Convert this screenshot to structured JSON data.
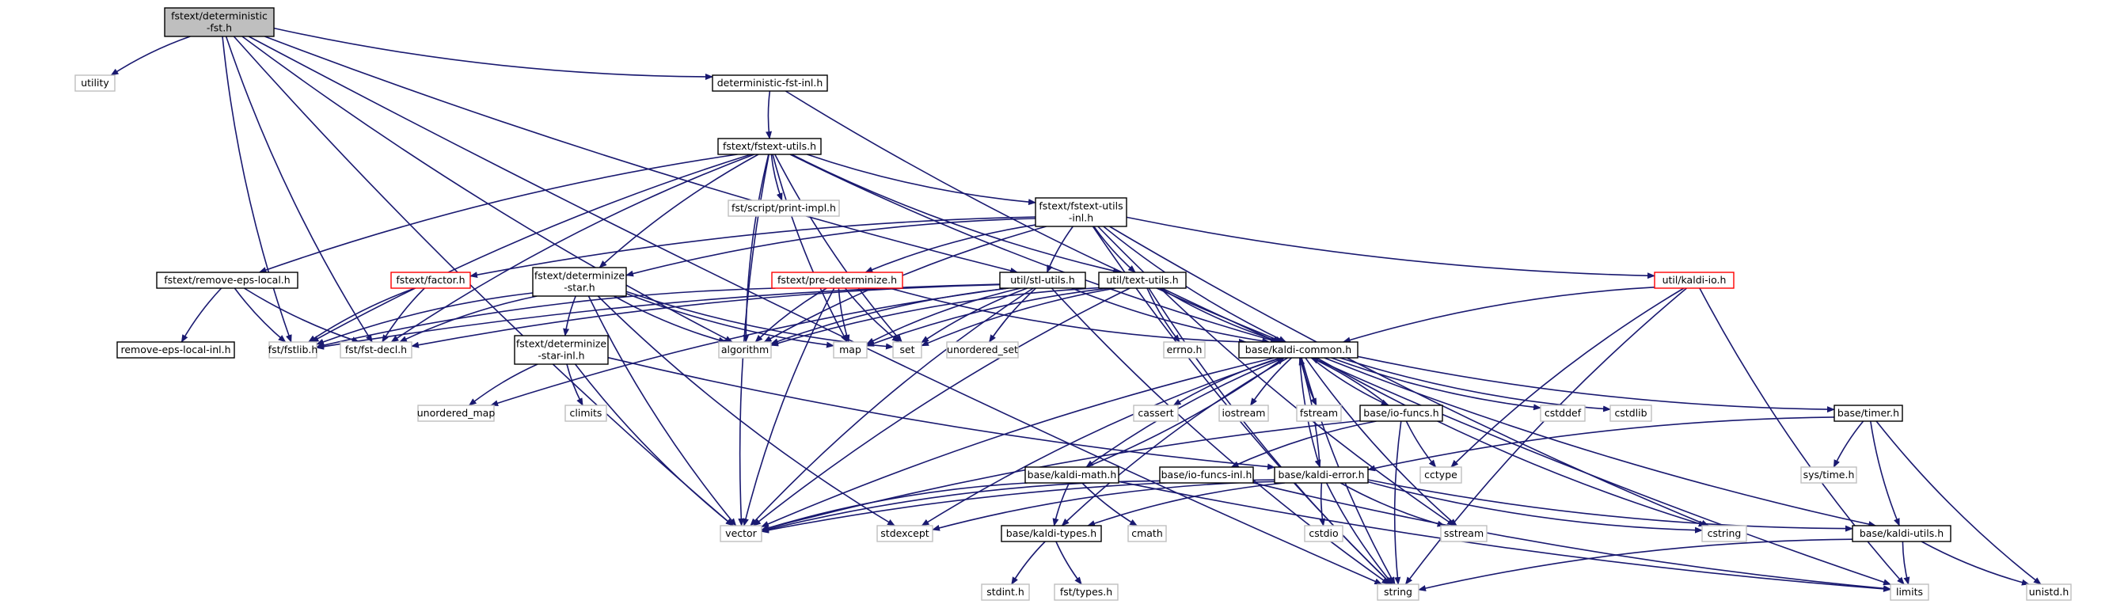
{
  "colors": {
    "edge": "#191970",
    "focus_fill": "#bfbfbf",
    "local_border": "#000000",
    "system_border": "#bfbfbf",
    "incomplete_border": "#ff0000",
    "system_text": "#555555"
  },
  "nodes": [
    {
      "id": "deterministic-fst",
      "lines": [
        "fstext/deterministic",
        "-fst.h"
      ],
      "kind": "focus"
    },
    {
      "id": "utility",
      "lines": [
        "utility"
      ],
      "kind": "system"
    },
    {
      "id": "deterministic-fst-inl",
      "lines": [
        "deterministic-fst-inl.h"
      ],
      "kind": "local"
    },
    {
      "id": "fstext-utils",
      "lines": [
        "fstext/fstext-utils.h"
      ],
      "kind": "local"
    },
    {
      "id": "print-impl",
      "lines": [
        "fst/script/print-impl.h"
      ],
      "kind": "system"
    },
    {
      "id": "fstext-utils-inl",
      "lines": [
        "fstext/fstext-utils",
        "-inl.h"
      ],
      "kind": "local"
    },
    {
      "id": "remove-eps-local",
      "lines": [
        "fstext/remove-eps-local.h"
      ],
      "kind": "local"
    },
    {
      "id": "factor",
      "lines": [
        "fstext/factor.h"
      ],
      "kind": "incomplete"
    },
    {
      "id": "determinize-star",
      "lines": [
        "fstext/determinize",
        "-star.h"
      ],
      "kind": "local"
    },
    {
      "id": "pre-determinize",
      "lines": [
        "fstext/pre-determinize.h"
      ],
      "kind": "incomplete"
    },
    {
      "id": "stl-utils",
      "lines": [
        "util/stl-utils.h"
      ],
      "kind": "local"
    },
    {
      "id": "text-utils",
      "lines": [
        "util/text-utils.h"
      ],
      "kind": "local"
    },
    {
      "id": "kaldi-io",
      "lines": [
        "util/kaldi-io.h"
      ],
      "kind": "incomplete"
    },
    {
      "id": "remove-eps-local-inl",
      "lines": [
        "remove-eps-local-inl.h"
      ],
      "kind": "local"
    },
    {
      "id": "fstlib",
      "lines": [
        "fst/fstlib.h"
      ],
      "kind": "system"
    },
    {
      "id": "fst-decl",
      "lines": [
        "fst/fst-decl.h"
      ],
      "kind": "system"
    },
    {
      "id": "determinize-star-inl",
      "lines": [
        "fstext/determinize",
        "-star-inl.h"
      ],
      "kind": "local"
    },
    {
      "id": "algorithm",
      "lines": [
        "algorithm"
      ],
      "kind": "system"
    },
    {
      "id": "map",
      "lines": [
        "map"
      ],
      "kind": "system"
    },
    {
      "id": "set",
      "lines": [
        "set"
      ],
      "kind": "system"
    },
    {
      "id": "unordered_set",
      "lines": [
        "unordered_set"
      ],
      "kind": "system"
    },
    {
      "id": "errno",
      "lines": [
        "errno.h"
      ],
      "kind": "system"
    },
    {
      "id": "kaldi-common",
      "lines": [
        "base/kaldi-common.h"
      ],
      "kind": "local"
    },
    {
      "id": "unordered_map",
      "lines": [
        "unordered_map"
      ],
      "kind": "system"
    },
    {
      "id": "climits",
      "lines": [
        "climits"
      ],
      "kind": "system"
    },
    {
      "id": "cassert",
      "lines": [
        "cassert"
      ],
      "kind": "system"
    },
    {
      "id": "iostream",
      "lines": [
        "iostream"
      ],
      "kind": "system"
    },
    {
      "id": "fstream",
      "lines": [
        "fstream"
      ],
      "kind": "system"
    },
    {
      "id": "io-funcs",
      "lines": [
        "base/io-funcs.h"
      ],
      "kind": "local"
    },
    {
      "id": "cstddef",
      "lines": [
        "cstddef"
      ],
      "kind": "system"
    },
    {
      "id": "cstdlib",
      "lines": [
        "cstdlib"
      ],
      "kind": "system"
    },
    {
      "id": "timer",
      "lines": [
        "base/timer.h"
      ],
      "kind": "local"
    },
    {
      "id": "kaldi-math",
      "lines": [
        "base/kaldi-math.h"
      ],
      "kind": "local"
    },
    {
      "id": "io-funcs-inl",
      "lines": [
        "base/io-funcs-inl.h"
      ],
      "kind": "local"
    },
    {
      "id": "kaldi-error",
      "lines": [
        "base/kaldi-error.h"
      ],
      "kind": "local"
    },
    {
      "id": "cctype",
      "lines": [
        "cctype"
      ],
      "kind": "system"
    },
    {
      "id": "systime",
      "lines": [
        "sys/time.h"
      ],
      "kind": "system"
    },
    {
      "id": "vector",
      "lines": [
        "vector"
      ],
      "kind": "system"
    },
    {
      "id": "stdexcept",
      "lines": [
        "stdexcept"
      ],
      "kind": "system"
    },
    {
      "id": "kaldi-types",
      "lines": [
        "base/kaldi-types.h"
      ],
      "kind": "local"
    },
    {
      "id": "cmath",
      "lines": [
        "cmath"
      ],
      "kind": "system"
    },
    {
      "id": "cstdio",
      "lines": [
        "cstdio"
      ],
      "kind": "system"
    },
    {
      "id": "sstream",
      "lines": [
        "sstream"
      ],
      "kind": "system"
    },
    {
      "id": "cstring",
      "lines": [
        "cstring"
      ],
      "kind": "system"
    },
    {
      "id": "kaldi-utils",
      "lines": [
        "base/kaldi-utils.h"
      ],
      "kind": "local"
    },
    {
      "id": "stdint",
      "lines": [
        "stdint.h"
      ],
      "kind": "system"
    },
    {
      "id": "fst-types",
      "lines": [
        "fst/types.h"
      ],
      "kind": "system"
    },
    {
      "id": "string",
      "lines": [
        "string"
      ],
      "kind": "system"
    },
    {
      "id": "limits",
      "lines": [
        "limits"
      ],
      "kind": "system"
    },
    {
      "id": "unistd",
      "lines": [
        "unistd.h"
      ],
      "kind": "system"
    }
  ],
  "edges": [
    [
      "deterministic-fst",
      "utility"
    ],
    [
      "deterministic-fst",
      "deterministic-fst-inl"
    ],
    [
      "deterministic-fst",
      "fstlib"
    ],
    [
      "deterministic-fst",
      "fst-decl"
    ],
    [
      "deterministic-fst",
      "algorithm"
    ],
    [
      "deterministic-fst",
      "stl-utils"
    ],
    [
      "deterministic-fst",
      "vector"
    ],
    [
      "deterministic-fst",
      "string"
    ],
    [
      "deterministic-fst-inl",
      "fstext-utils"
    ],
    [
      "deterministic-fst-inl",
      "kaldi-common"
    ],
    [
      "fstext-utils",
      "print-impl"
    ],
    [
      "fstext-utils",
      "fstext-utils-inl"
    ],
    [
      "fstext-utils",
      "remove-eps-local"
    ],
    [
      "fstext-utils",
      "determinize-star"
    ],
    [
      "fstext-utils",
      "fstlib"
    ],
    [
      "fstext-utils",
      "fst-decl"
    ],
    [
      "fstext-utils",
      "algorithm"
    ],
    [
      "fstext-utils",
      "map"
    ],
    [
      "fstext-utils",
      "set"
    ],
    [
      "fstext-utils",
      "text-utils"
    ],
    [
      "fstext-utils",
      "kaldi-common"
    ],
    [
      "fstext-utils",
      "vector"
    ],
    [
      "fstext-utils-inl",
      "factor"
    ],
    [
      "fstext-utils-inl",
      "determinize-star"
    ],
    [
      "fstext-utils-inl",
      "pre-determinize"
    ],
    [
      "fstext-utils-inl",
      "stl-utils"
    ],
    [
      "fstext-utils-inl",
      "text-utils"
    ],
    [
      "fstext-utils-inl",
      "kaldi-io"
    ],
    [
      "fstext-utils-inl",
      "algorithm"
    ],
    [
      "fstext-utils-inl",
      "kaldi-common"
    ],
    [
      "fstext-utils-inl",
      "sstream"
    ],
    [
      "fstext-utils-inl",
      "cstring"
    ],
    [
      "fstext-utils-inl",
      "string"
    ],
    [
      "remove-eps-local",
      "remove-eps-local-inl"
    ],
    [
      "remove-eps-local",
      "fstlib"
    ],
    [
      "remove-eps-local",
      "fst-decl"
    ],
    [
      "factor",
      "fstlib"
    ],
    [
      "factor",
      "fst-decl"
    ],
    [
      "determinize-star",
      "determinize-star-inl"
    ],
    [
      "determinize-star",
      "fstlib"
    ],
    [
      "determinize-star",
      "fst-decl"
    ],
    [
      "determinize-star",
      "algorithm"
    ],
    [
      "determinize-star",
      "map"
    ],
    [
      "determinize-star",
      "set"
    ],
    [
      "determinize-star",
      "vector"
    ],
    [
      "determinize-star",
      "stdexcept"
    ],
    [
      "pre-determinize",
      "fstlib"
    ],
    [
      "pre-determinize",
      "algorithm"
    ],
    [
      "pre-determinize",
      "map"
    ],
    [
      "pre-determinize",
      "set"
    ],
    [
      "pre-determinize",
      "vector"
    ],
    [
      "pre-determinize",
      "kaldi-common"
    ],
    [
      "stl-utils",
      "algorithm"
    ],
    [
      "stl-utils",
      "map"
    ],
    [
      "stl-utils",
      "set"
    ],
    [
      "stl-utils",
      "unordered_set"
    ],
    [
      "stl-utils",
      "unordered_map"
    ],
    [
      "stl-utils",
      "kaldi-common"
    ],
    [
      "stl-utils",
      "vector"
    ],
    [
      "stl-utils",
      "string"
    ],
    [
      "stl-utils",
      "fstlib"
    ],
    [
      "stl-utils",
      "fst-decl"
    ],
    [
      "text-utils",
      "algorithm"
    ],
    [
      "text-utils",
      "map"
    ],
    [
      "text-utils",
      "set"
    ],
    [
      "text-utils",
      "errno"
    ],
    [
      "text-utils",
      "kaldi-common"
    ],
    [
      "text-utils",
      "limits"
    ],
    [
      "text-utils",
      "vector"
    ],
    [
      "text-utils",
      "string"
    ],
    [
      "kaldi-io",
      "kaldi-common"
    ],
    [
      "kaldi-io",
      "cctype"
    ],
    [
      "kaldi-io",
      "limits"
    ],
    [
      "kaldi-io",
      "string"
    ],
    [
      "determinize-star-inl",
      "unordered_map"
    ],
    [
      "determinize-star-inl",
      "climits"
    ],
    [
      "determinize-star-inl",
      "vector"
    ],
    [
      "determinize-star-inl",
      "kaldi-error"
    ],
    [
      "kaldi-common",
      "cassert"
    ],
    [
      "kaldi-common",
      "iostream"
    ],
    [
      "kaldi-common",
      "fstream"
    ],
    [
      "kaldi-common",
      "io-funcs"
    ],
    [
      "kaldi-common",
      "cstddef"
    ],
    [
      "kaldi-common",
      "cstdlib"
    ],
    [
      "kaldi-common",
      "timer"
    ],
    [
      "kaldi-common",
      "kaldi-math"
    ],
    [
      "kaldi-common",
      "kaldi-error"
    ],
    [
      "kaldi-common",
      "kaldi-types"
    ],
    [
      "kaldi-common",
      "kaldi-utils"
    ],
    [
      "kaldi-common",
      "vector"
    ],
    [
      "kaldi-common",
      "stdexcept"
    ],
    [
      "kaldi-common",
      "sstream"
    ],
    [
      "kaldi-common",
      "cstring"
    ],
    [
      "kaldi-common",
      "string"
    ],
    [
      "io-funcs",
      "kaldi-common"
    ],
    [
      "io-funcs",
      "io-funcs-inl"
    ],
    [
      "io-funcs",
      "cctype"
    ],
    [
      "io-funcs",
      "vector"
    ],
    [
      "io-funcs",
      "string"
    ],
    [
      "kaldi-math",
      "kaldi-common"
    ],
    [
      "kaldi-math",
      "kaldi-types"
    ],
    [
      "kaldi-math",
      "cmath"
    ],
    [
      "kaldi-math",
      "vector"
    ],
    [
      "kaldi-math",
      "limits"
    ],
    [
      "io-funcs-inl",
      "vector"
    ],
    [
      "io-funcs-inl",
      "limits"
    ],
    [
      "kaldi-error",
      "kaldi-common"
    ],
    [
      "kaldi-error",
      "vector"
    ],
    [
      "kaldi-error",
      "stdexcept"
    ],
    [
      "kaldi-error",
      "kaldi-types"
    ],
    [
      "kaldi-error",
      "cstdio"
    ],
    [
      "kaldi-error",
      "sstream"
    ],
    [
      "kaldi-error",
      "cstring"
    ],
    [
      "kaldi-error",
      "kaldi-utils"
    ],
    [
      "kaldi-error",
      "string"
    ],
    [
      "timer",
      "kaldi-error"
    ],
    [
      "timer",
      "systime"
    ],
    [
      "timer",
      "kaldi-utils"
    ],
    [
      "timer",
      "unistd"
    ],
    [
      "kaldi-types",
      "stdint"
    ],
    [
      "kaldi-types",
      "fst-types"
    ],
    [
      "kaldi-utils",
      "string"
    ],
    [
      "kaldi-utils",
      "limits"
    ],
    [
      "kaldi-utils",
      "unistd"
    ]
  ]
}
